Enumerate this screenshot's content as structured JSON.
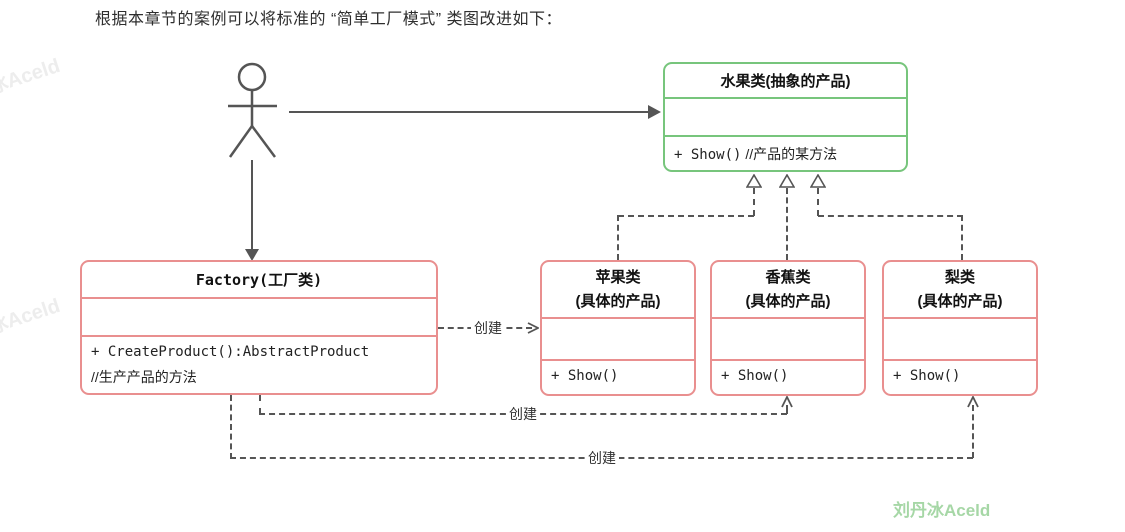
{
  "page": {
    "title": "根据本章节的案例可以将标准的 “简单工厂模式” 类图改进如下："
  },
  "colors": {
    "abstract_border": "#77c57c",
    "product_border": "#e98f8f",
    "line": "#555555",
    "signature": "#a6d7a6"
  },
  "classes": {
    "fruit": {
      "name": "水果类(抽象的产品)",
      "method_code": "+ Show()",
      "method_comment": "//产品的某方法"
    },
    "factory": {
      "name": "Factory(工厂类)",
      "method_code": "+ CreateProduct():AbstractProduct",
      "method_comment": "//生产产品的方法"
    },
    "apple": {
      "name_line1": "苹果类",
      "name_line2": "(具体的产品)",
      "method_code": "+ Show()"
    },
    "banana": {
      "name_line1": "香蕉类",
      "name_line2": "(具体的产品)",
      "method_code": "+ Show()"
    },
    "pear": {
      "name_line1": "梨类",
      "name_line2": "(具体的产品)",
      "method_code": "+ Show()"
    }
  },
  "edges": {
    "create_labels": [
      "创建",
      "创建",
      "创建"
    ]
  },
  "watermarks": {
    "signature": "刘丹冰Aceld",
    "faint": "冰Aceld"
  }
}
